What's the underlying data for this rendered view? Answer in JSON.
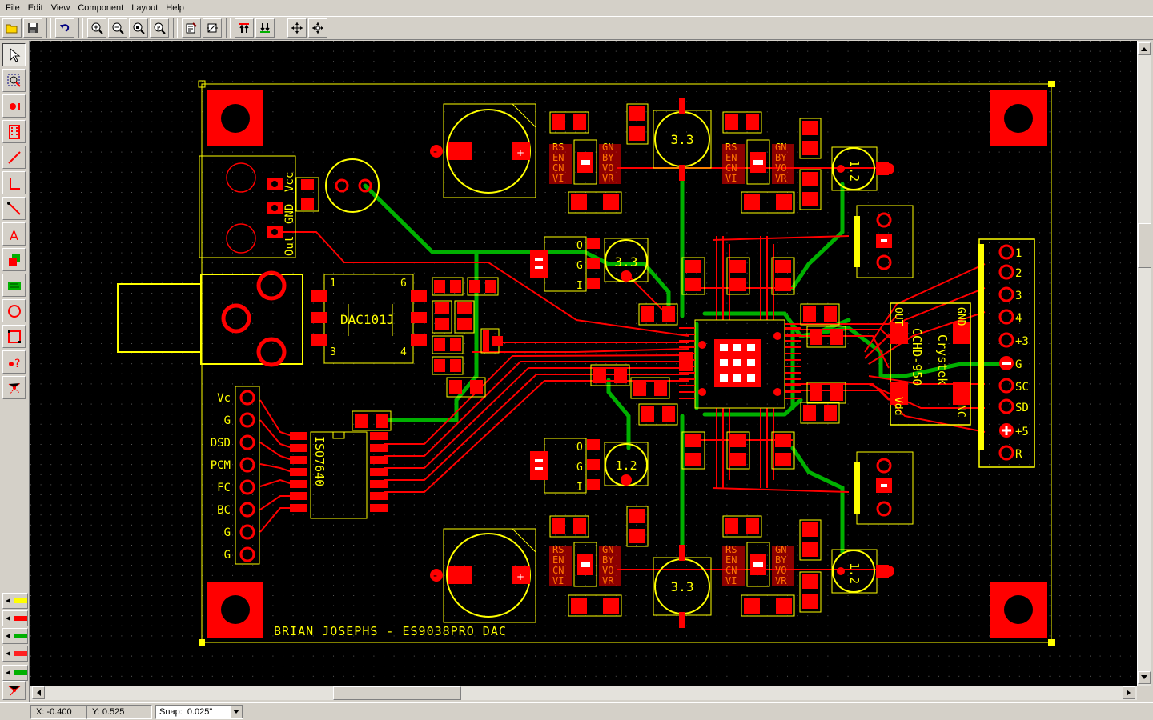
{
  "menu": [
    {
      "id": "file",
      "label": "File"
    },
    {
      "id": "edit",
      "label": "Edit"
    },
    {
      "id": "view",
      "label": "View"
    },
    {
      "id": "component",
      "label": "Component"
    },
    {
      "id": "layout",
      "label": "Layout"
    },
    {
      "id": "help",
      "label": "Help"
    }
  ],
  "toolbar": [
    "open-icon",
    "save-icon",
    "undo-icon",
    "zoom-in-icon",
    "zoom-out-icon",
    "zoom-area-icon",
    "zoom-fit-icon",
    "properties-icon",
    "design-rules-icon",
    "top-layer-icon",
    "bottom-layer-icon",
    "move-icon",
    "rotate-icon"
  ],
  "palette": [
    "select-icon",
    "zoom-region-icon",
    "pad-icon",
    "component-icon",
    "trace-icon",
    "line-icon",
    "connection-icon",
    "text-icon",
    "area-icon",
    "copper-pour-icon",
    "hole-icon",
    "board-outline-icon",
    "drc-icon",
    "ratsnest-icon"
  ],
  "layers": [
    {
      "name": "layer-top-silk",
      "color": "#ffff00"
    },
    {
      "name": "layer-top-copper",
      "color": "#ff0000"
    },
    {
      "name": "layer-bottom-copper",
      "color": "#00b000"
    },
    {
      "name": "layer-top-mask",
      "color": "#ff4040"
    },
    {
      "name": "layer-bottom-silk",
      "color": "#00b000"
    },
    {
      "name": "layer-all",
      "color": "#ff0000"
    }
  ],
  "colors": {
    "copper_top": "#ff0000",
    "copper_bottom": "#00b000",
    "silkscreen": "#ffff00",
    "background": "#000000"
  },
  "board": {
    "title": "BRIAN JOSEPHS - ES9038PRO DAC",
    "dac_chip": "DAC101J",
    "isolator": "ISO7640",
    "oscillator_line1": "Crystek",
    "oscillator_line2": "CCHD-950",
    "osc_out": "OUT",
    "osc_gnd": "GND",
    "osc_vdd": "Vdd",
    "osc_nc": "NC",
    "dac_pins": [
      "1",
      "6",
      "3",
      "4"
    ],
    "reg_labels": [
      "3.3",
      "3.3",
      "3.3",
      "1.2",
      "1.2",
      "1.2"
    ],
    "header_left": [
      "Vc",
      "G",
      "DSD",
      "PCM",
      "FC",
      "BC",
      "G",
      "G"
    ],
    "header_right": [
      "1",
      "2",
      "3",
      "4",
      "+3",
      "G",
      "SC",
      "SD",
      "+5",
      "R"
    ],
    "power_conn": [
      "Vcc",
      "GND",
      "Out"
    ],
    "ldo_pins_left": [
      "RS",
      "EN",
      "CN",
      "VI"
    ],
    "ldo_pins_right": [
      "GN",
      "BY",
      "VO",
      "VR"
    ],
    "vreg_pins": [
      "O",
      "G",
      "I"
    ]
  },
  "status": {
    "x": "X: -0.400",
    "y": "Y: 0.525",
    "snap_label": "Snap:",
    "snap_value": "0.025\""
  }
}
